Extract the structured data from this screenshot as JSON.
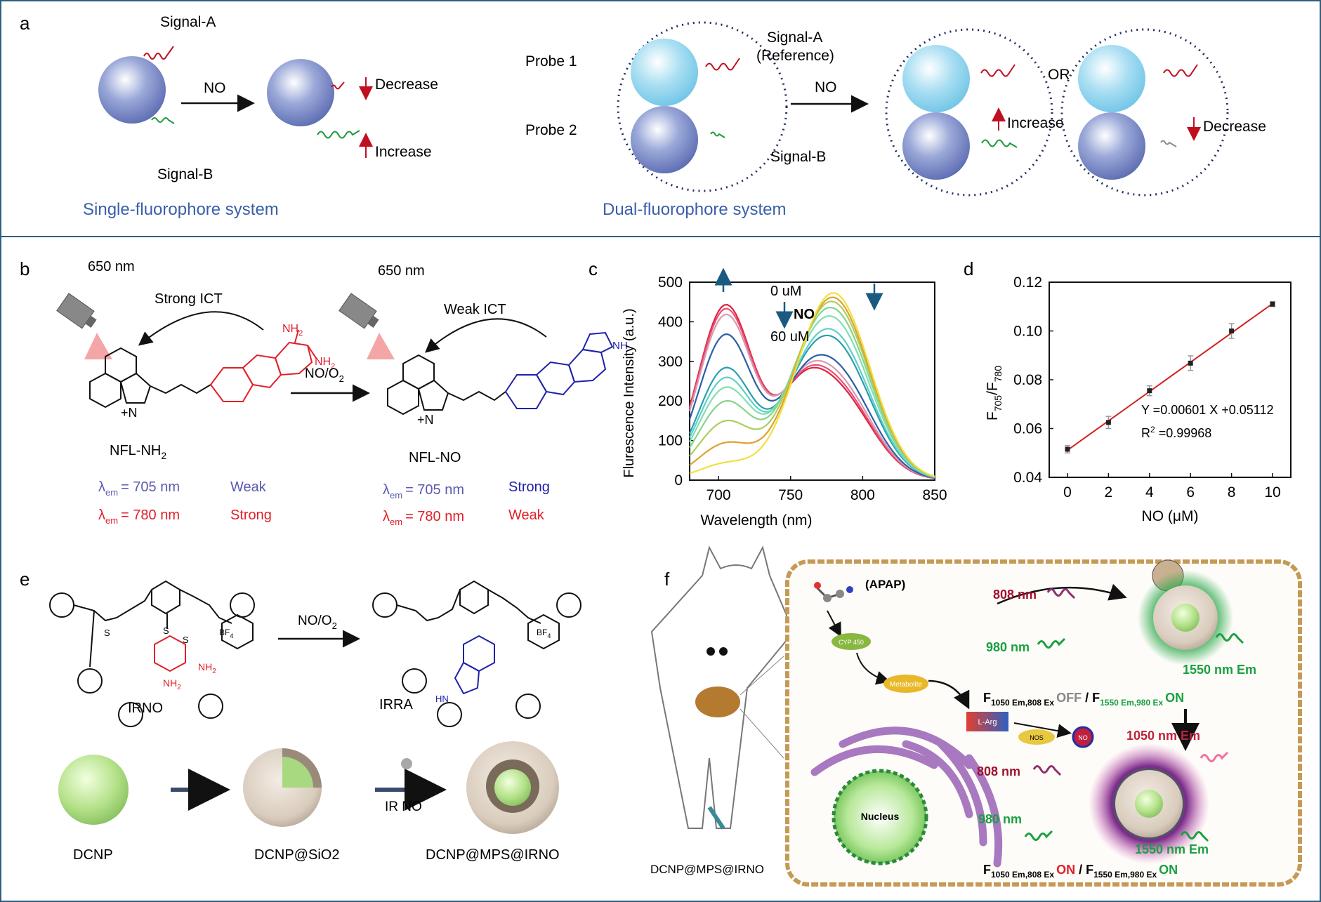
{
  "panel_a": {
    "letter": "a",
    "single": {
      "signal_a": "Signal-A",
      "signal_b": "Signal-B",
      "no": "NO",
      "decrease": "Decrease",
      "increase": "Increase",
      "caption": "Single-fluorophore system"
    },
    "dual": {
      "probe1": "Probe 1",
      "probe2": "Probe 2",
      "signal_a": "Signal-A",
      "reference": "(Reference)",
      "signal_b": "Signal-B",
      "no": "NO",
      "or": "OR",
      "increase": "Increase",
      "decrease": "Decrease",
      "caption": "Dual-fluorophore system"
    }
  },
  "panel_b": {
    "letter": "b",
    "left": {
      "wavelength": "650 nm",
      "ict": "Strong ICT",
      "name": "NFL-NH",
      "name_sub": "2",
      "em1": "= 705 nm",
      "em1_note": "Weak",
      "em2": "= 780 nm",
      "em2_note": "Strong"
    },
    "right": {
      "wavelength": "650 nm",
      "ict": "Weak ICT",
      "name": "NFL-NO",
      "em1": "= 705 nm",
      "em1_note": "Strong",
      "em2": "= 780 nm",
      "em2_note": "Weak"
    },
    "reagent": "NO/O",
    "reagent_sub": "2",
    "lambda": "λ",
    "lambda_sub": "em",
    "nh2": "NH",
    "nh2_sub": "2",
    "nh": "NH",
    "n": "N",
    "plus": "+",
    "colors": {
      "red": "#e0202a",
      "blue": "#1d22a8",
      "lavender": "#5a5ab0"
    }
  },
  "panel_c": {
    "letter": "c",
    "ylabel": "Flurescence Intensity (a.u.)",
    "xlabel": "Wavelength (nm)",
    "annot_0": "0 uM",
    "annot_no": "NO",
    "annot_60": "60 uM",
    "chart_data": {
      "type": "line",
      "xlim": [
        680,
        850
      ],
      "ylim": [
        0,
        500
      ],
      "x_ticks": [
        "700",
        "750",
        "800",
        "850"
      ],
      "y_ticks": [
        "0",
        "100",
        "200",
        "300",
        "400",
        "500"
      ],
      "peak_705": [
        440,
        430,
        415,
        365,
        280,
        255,
        230,
        195,
        145,
        90,
        40
      ],
      "peak_780": [
        228,
        238,
        253,
        278,
        340,
        360,
        395,
        420,
        440,
        455,
        470
      ],
      "colors": [
        "#e0223c",
        "#e8507a",
        "#d89ab0",
        "#2b5ea8",
        "#2a9fb0",
        "#5fd0c8",
        "#7fe0b0",
        "#86d48a",
        "#a8d060",
        "#e0a030",
        "#f0e040"
      ]
    }
  },
  "panel_d": {
    "letter": "d",
    "ylabel": "F",
    "ylabel_sub1": "705",
    "ylabel_mid": "/F",
    "ylabel_sub2": "780",
    "xlabel": "NO (μM)",
    "equation": "Y =0.00601 X +0.05112",
    "r2": "R",
    "r2_sup": "2",
    "r2_val": " =0.99968",
    "chart_data": {
      "type": "scatter",
      "x": [
        0,
        2,
        4,
        6,
        8,
        10
      ],
      "y": [
        0.0515,
        0.0625,
        0.0755,
        0.0868,
        0.1,
        0.111
      ],
      "err": [
        0.0015,
        0.0025,
        0.002,
        0.003,
        0.003,
        0.001
      ],
      "fit": {
        "slope": 0.00601,
        "intercept": 0.05112
      },
      "xlim": [
        0,
        10
      ],
      "ylim": [
        0.04,
        0.12
      ],
      "x_ticks": [
        "0",
        "2",
        "4",
        "6",
        "8",
        "10"
      ],
      "y_ticks": [
        "0.04",
        "0.06",
        "0.08",
        "0.10",
        "0.12"
      ]
    }
  },
  "panel_e": {
    "letter": "e",
    "reagent": "NO/O",
    "reagent_sub": "2",
    "irno": "IRNO",
    "irra": "IRRA",
    "dcnp": "DCNP",
    "dcnp_sio2": "DCNP@SiO2",
    "dcnp_mps": "DCNP@MPS@IRNO",
    "ir_no": "IR NO",
    "s": "S",
    "bf4": "BF",
    "bf4_sub": "4",
    "nh2": "NH",
    "nh2_sub": "2",
    "hn": "HN"
  },
  "panel_f": {
    "letter": "f",
    "apap": "(APAP)",
    "cyp": "CYP 450",
    "metabolite": "Metabolite",
    "larg": "L-Arg",
    "nos": "NOS",
    "no": "NO",
    "nucleus": "Nucleus",
    "mouse_label": "DCNP@MPS@IRNO",
    "top": {
      "ex808": "808 nm",
      "ex980": "980 nm",
      "em1550": "1550 nm Em"
    },
    "state1": {
      "f1": "F",
      "f1_sub": "1050 Em,808 Ex",
      "off": "OFF",
      "slash": " / ",
      "f2": "F",
      "f2_sub": "1550 Em,980 Ex",
      "on": "ON"
    },
    "bottom": {
      "em1050": "1050 nm Em",
      "ex808": "808 nm",
      "ex980": "980 nm",
      "em1550": "1550 nm Em"
    },
    "state2": {
      "f1": "F",
      "f1_sub": "1050 Em,808 Ex",
      "on1": "ON",
      "slash": " / ",
      "f2": "F",
      "f2_sub": "1550 Em,980 Ex",
      "on2": "ON"
    }
  }
}
